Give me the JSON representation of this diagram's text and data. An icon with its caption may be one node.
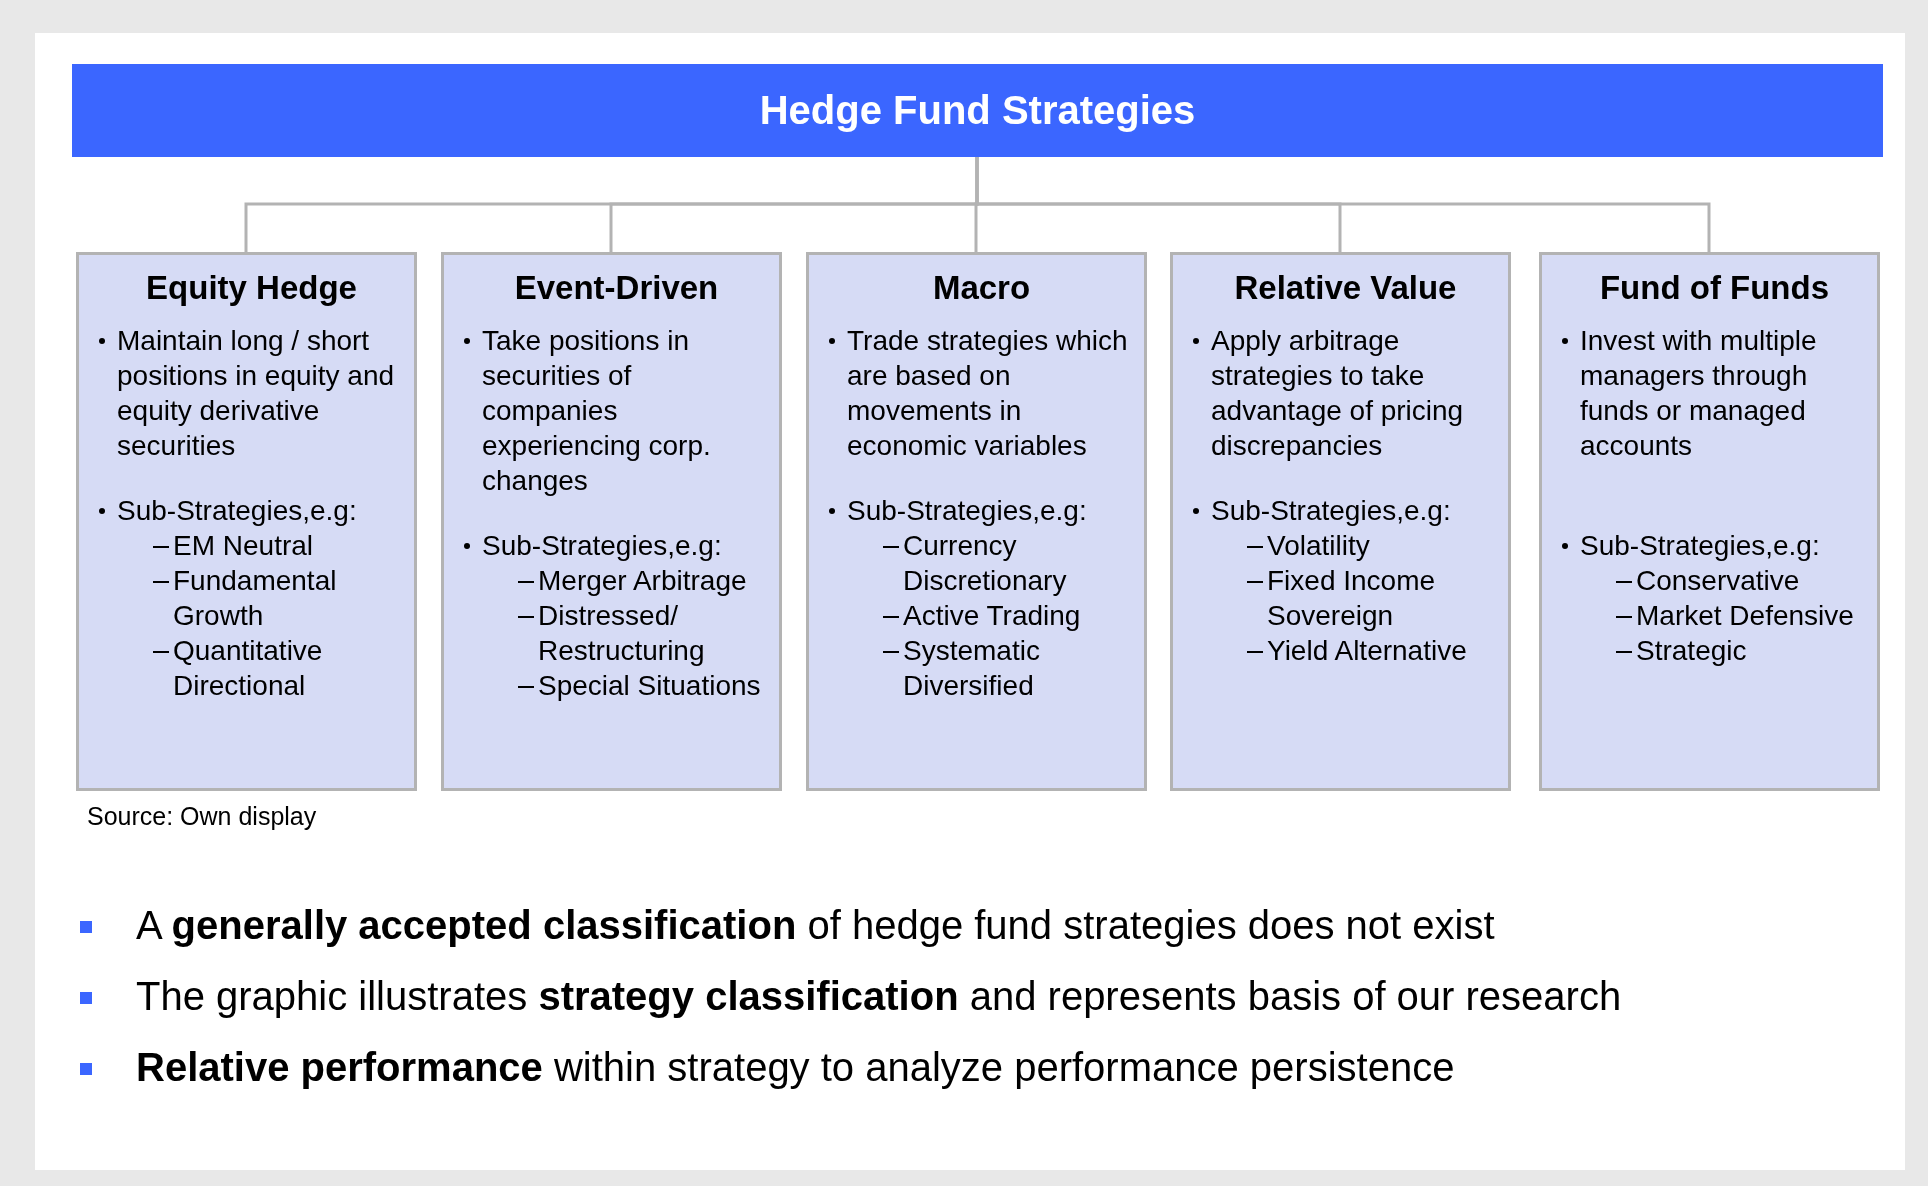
{
  "diagram": {
    "nodes": [
      {
        "text": [
          "Hedge Fund Strategies"
        ]
      },
      {
        "text": [
          "Equity Hedge",
          "Maintain long / short positions in equity and equity derivative securities",
          "Sub-Strategies,e.g:",
          "EM Neutral",
          "Fundamental Growth",
          "Quantitative Directional"
        ]
      },
      {
        "text": [
          "Event-Driven",
          "Take positions in securities of companies experiencing corp. changes",
          "Sub-Strategies,e.g:",
          "Merger Arbitrage",
          "Distressed/ Restructuring",
          "Special Situations"
        ]
      },
      {
        "text": [
          "Macro",
          "Trade strategies which are based on movements in economic variables",
          "Sub-Strategies,e.g:",
          "Currency Discretionary",
          "Active Trading",
          "Systematic Diversified"
        ]
      },
      {
        "text": [
          "Relative Value",
          "Apply arbitrage strategies to take advantage of pricing discrepancies",
          "Sub-Strategies,e.g:",
          "Volatility",
          "Fixed Income Sovereign",
          "Yield Alternative"
        ]
      },
      {
        "text": [
          "Fund of Funds",
          "Invest with multiple managers through funds or managed accounts",
          "Sub-Strategies,e.g:",
          "Conservative",
          "Market Defensive",
          "Strategic"
        ]
      }
    ],
    "edges": [
      {
        "from": 0,
        "to": 1,
        "arrow": "none"
      },
      {
        "from": 0,
        "to": 2,
        "arrow": "none"
      },
      {
        "from": 0,
        "to": 3,
        "arrow": "none"
      },
      {
        "from": 0,
        "to": 4,
        "arrow": "none"
      },
      {
        "from": 0,
        "to": 5,
        "arrow": "none"
      }
    ],
    "labels": [
      "Source: Own display",
      "A **generally accepted classification** of hedge fund strategies does not exist",
      "The graphic illustrates **strategy classification** and represents basis of our research",
      "**Relative performance** within strategy to analyze performance persistence"
    ]
  }
}
